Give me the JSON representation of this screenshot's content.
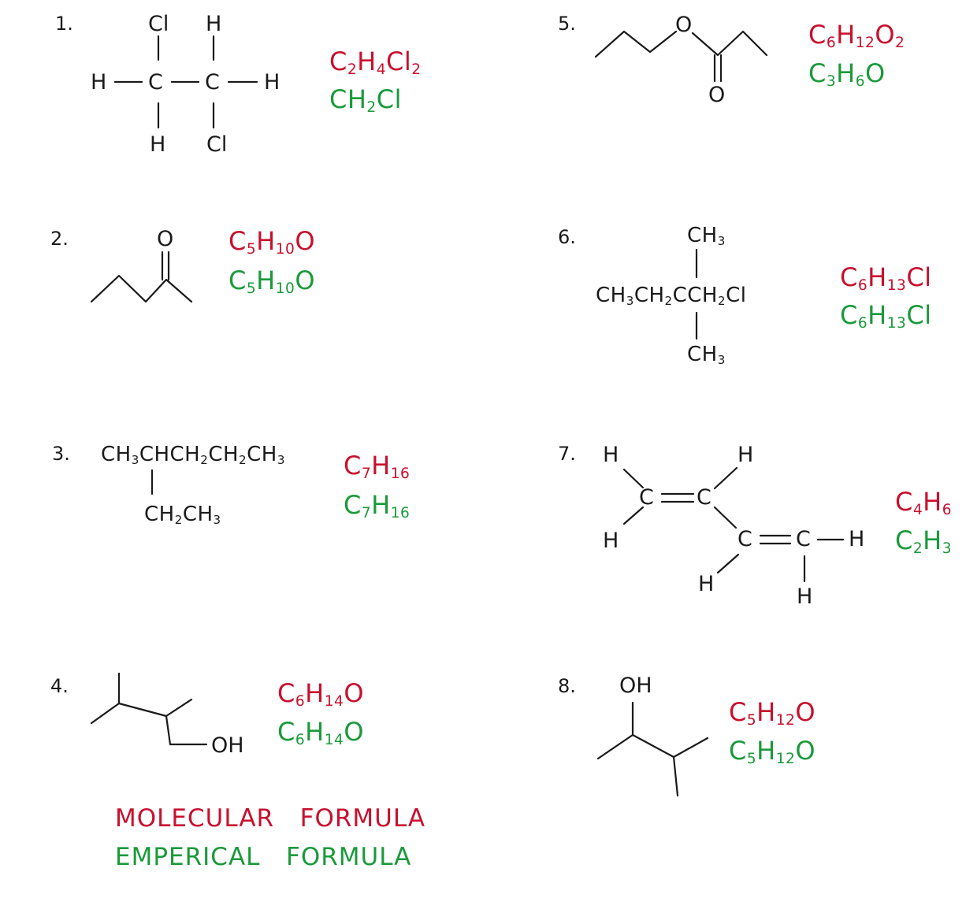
{
  "colors": {
    "molecular": "#c8102e",
    "empirical": "#1a9a3a",
    "ink": "#1a1a1a"
  },
  "legend": {
    "molecular": "MOLECULAR   FORMULA",
    "empirical": "EMPERICAL   FORMULA"
  },
  "items": [
    {
      "number": "1.",
      "atoms": {
        "cl_top": "Cl",
        "h_top": "H",
        "h_left": "H",
        "c1": "C",
        "c2": "C",
        "h_right": "H",
        "h_bottom": "H",
        "cl_bottom": "Cl"
      },
      "molecular": [
        "C",
        "2",
        "H",
        "4",
        "Cl",
        "2"
      ],
      "empirical": [
        "CH",
        "2",
        "Cl"
      ]
    },
    {
      "number": "2.",
      "atoms": {
        "o": "O"
      },
      "molecular": [
        "C",
        "5",
        "H",
        "10",
        "O"
      ],
      "empirical": [
        "C",
        "5",
        "H",
        "10",
        "O"
      ]
    },
    {
      "number": "3.",
      "condensed": [
        "CH",
        "3",
        "CHCH",
        "2",
        "CH",
        "2",
        "CH",
        "3"
      ],
      "branch": [
        "CH",
        "2",
        "CH",
        "3"
      ],
      "molecular": [
        "C",
        "7",
        "H",
        "16"
      ],
      "empirical": [
        "C",
        "7",
        "H",
        "16"
      ]
    },
    {
      "number": "4.",
      "atoms": {
        "oh": "OH"
      },
      "molecular": [
        "C",
        "6",
        "H",
        "14",
        "O"
      ],
      "empirical": [
        "C",
        "6",
        "H",
        "14",
        "O"
      ]
    },
    {
      "number": "5.",
      "atoms": {
        "o_ring": "O",
        "o_carbonyl": "O"
      },
      "molecular": [
        "C",
        "6",
        "H",
        "12",
        "O",
        "2"
      ],
      "empirical": [
        "C",
        "3",
        "H",
        "6",
        "O"
      ]
    },
    {
      "number": "6.",
      "top": [
        "CH",
        "3"
      ],
      "main": [
        "CH",
        "3",
        "CH",
        "2",
        "CCH",
        "2",
        "Cl"
      ],
      "bottom": [
        "CH",
        "3"
      ],
      "molecular": [
        "C",
        "6",
        "H",
        "13",
        "Cl"
      ],
      "empirical": [
        "C",
        "6",
        "H",
        "13",
        "Cl"
      ]
    },
    {
      "number": "7.",
      "atoms": {
        "h1": "H",
        "h2": "H",
        "h3": "H",
        "h4": "H",
        "h5": "H",
        "h6": "H",
        "c1": "C",
        "c2": "C",
        "c3": "C",
        "c4": "C"
      },
      "molecular": [
        "C",
        "4",
        "H",
        "6"
      ],
      "empirical": [
        "C",
        "2",
        "H",
        "3"
      ]
    },
    {
      "number": "8.",
      "atoms": {
        "oh": "OH"
      },
      "molecular": [
        "C",
        "5",
        "H",
        "12",
        "O"
      ],
      "empirical": [
        "C",
        "5",
        "H",
        "12",
        "O"
      ]
    }
  ]
}
